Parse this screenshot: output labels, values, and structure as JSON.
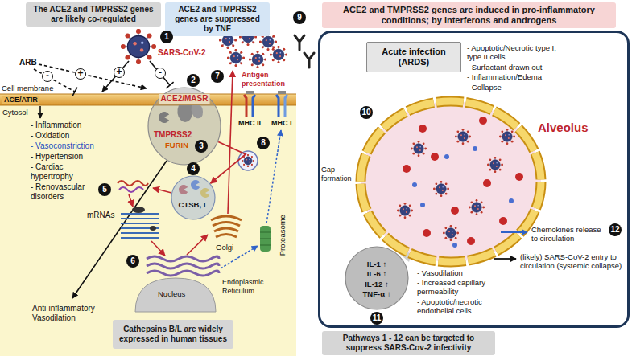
{
  "diagram": {
    "nodes": [
      {
        "text": [
          "The ACE2 and TMPRSS2 genes are likely co-regulated"
        ]
      },
      {
        "text": [
          "ACE2 and TMPRSS2 genes are suppressed by TNF"
        ]
      },
      {
        "text": [
          "ACE2 and TMPRSS2 genes are induced in pro-inflammatory conditions; by interferons and androgens"
        ]
      },
      {
        "text": [
          "ACE2/MASR",
          "TMPRSS2",
          "FURIN"
        ]
      },
      {
        "text": [
          "CTSB, L"
        ]
      },
      {
        "text": [
          "Cathepsins B/L are widely expressed in human tissues"
        ]
      },
      {
        "text": [
          "Pathways 1 - 12 can be targeted to suppress SARS-Cov-2 infectivity"
        ]
      },
      {
        "text": [
          "- Apoptotic/Necrotic type I, type II cells",
          "- Surfactant drawn out",
          "- Inflammation/Edema",
          "- Collapse"
        ]
      },
      {
        "text": [
          "Acute infection (ARDS)"
        ],
        "in": 7
      },
      {
        "text": [
          "IL-1 ↑",
          "IL-6 ↑",
          "IL-12 ↑",
          "TNF-α ↑"
        ],
        "in": 7
      }
    ],
    "edges": [
      {
        "from": 3,
        "to": 4,
        "arrow": "to"
      }
    ],
    "labels": [
      "SARS-CoV-2",
      "ARB",
      "+",
      "-",
      "-",
      "+",
      "Cell membrane",
      "ACE/ATIR",
      "Cytosol",
      "- Inflammation",
      "- Oxidation",
      "- Vasoconstriction",
      "- Hypertension",
      "- Cardiac hypertrophy",
      "- Renovascular disorders",
      "Anti-inflammatory Vasodilation",
      "mRNAs",
      "Nucleus",
      "Endoplasmic Reticulum",
      "Golgi",
      "Proteasome",
      "Antigen presentation",
      "MHC II",
      "MHC I",
      "1",
      "2",
      "3",
      "4",
      "5",
      "6",
      "7",
      "8",
      "9",
      "10",
      "11",
      "12",
      "Alveolus",
      "Gap formation",
      "- Vasodilation",
      "- Increased capillary permeability",
      "- Apoptotic/necrotic endothelial cells",
      "Chemokines release to circulation",
      "(likely) SARS-CoV-2 entry to circulation (systemic collapse)"
    ]
  }
}
